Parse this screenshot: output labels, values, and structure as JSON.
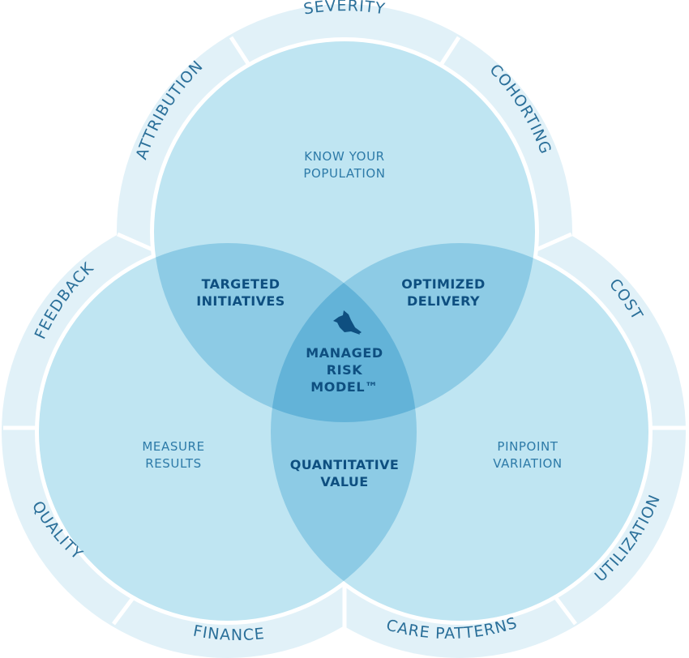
{
  "colors": {
    "outer_ring": "#e1f1f8",
    "circle_fill": "#bfe5f2",
    "overlap_two": "#8dcbe5",
    "overlap_three": "#63b3d8",
    "light_label": "#2d7aa8",
    "bold_label": "#0e4f80",
    "separator": "#ffffff"
  },
  "outer_ring_labels": {
    "top": [
      "SEVERITY",
      "ATTRIBUTION",
      "COHORTING"
    ],
    "left": [
      "FEEDBACK",
      "QUALITY",
      "FINANCE"
    ],
    "right": [
      "COST",
      "UTILIZATION",
      "CARE PATTERNS"
    ]
  },
  "circles": {
    "top": {
      "line1": "KNOW YOUR",
      "line2": "POPULATION"
    },
    "left": {
      "line1": "MEASURE",
      "line2": "RESULTS"
    },
    "right": {
      "line1": "PINPOINT",
      "line2": "VARIATION"
    }
  },
  "overlaps": {
    "top_left": {
      "line1": "TARGETED",
      "line2": "INITIATIVES"
    },
    "top_right": {
      "line1": "OPTIMIZED",
      "line2": "DELIVERY"
    },
    "bottom": {
      "line1": "QUANTITATIVE",
      "line2": "VALUE"
    }
  },
  "center": {
    "icon": "bird-icon",
    "line1": "MANAGED",
    "line2": "RISK",
    "line3": "MODEL™"
  }
}
